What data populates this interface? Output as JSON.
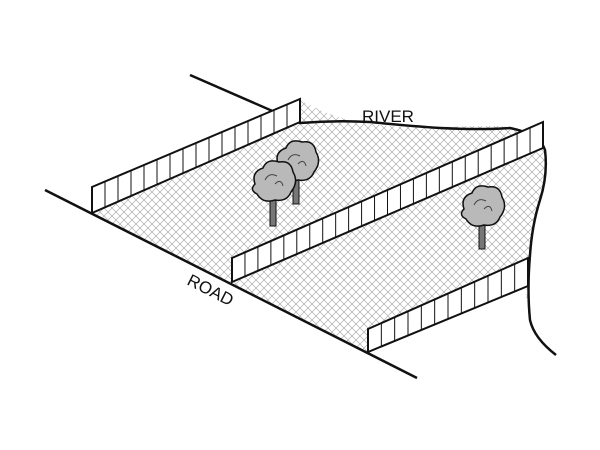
{
  "labels": {
    "river": "RIVER",
    "road": "ROAD"
  },
  "colors": {
    "ink": "#111111",
    "field_hatch": "#9a9a9a",
    "tree_foliage": "#b9b9b9",
    "tree_trunk": "#777777"
  },
  "fields": {
    "count": 2,
    "fenced_sides": 3
  },
  "trees": {
    "count": 3
  }
}
